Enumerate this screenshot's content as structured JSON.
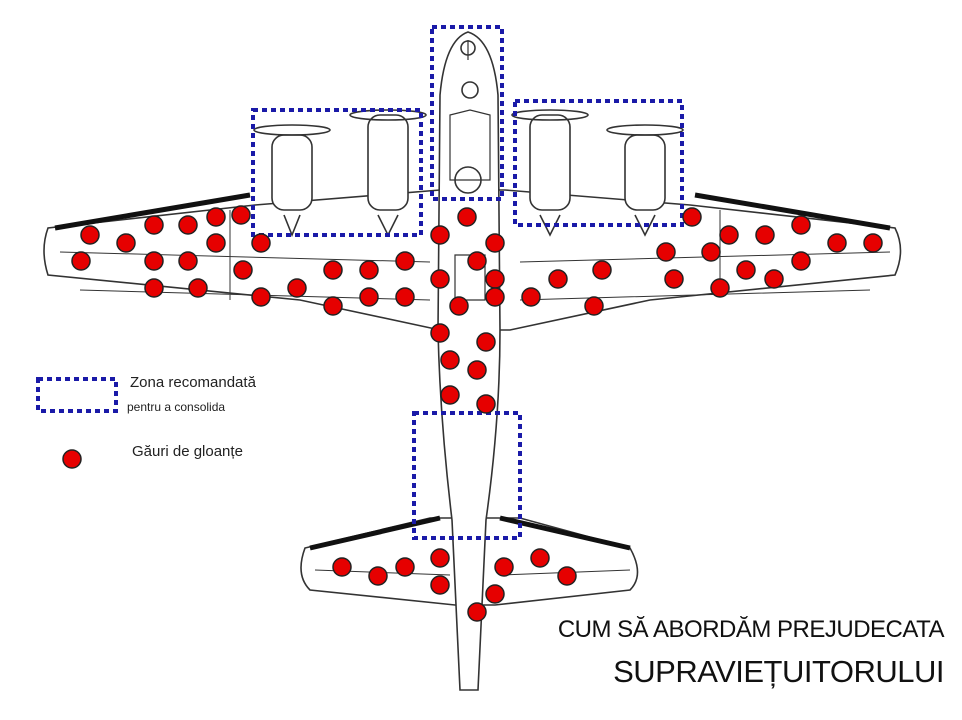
{
  "legend": {
    "zone_label": "Zona recomandată",
    "zone_sublabel": "pentru a consolida",
    "hole_label": "Găuri de gloanțe",
    "zone_color": "#1a1aa8",
    "hole_color": "#e60000"
  },
  "title": {
    "line1": "CUM SĂ ABORDĂM PREJUDECATA",
    "line2": "SUPRAVIEȚUITORULUI"
  }
}
